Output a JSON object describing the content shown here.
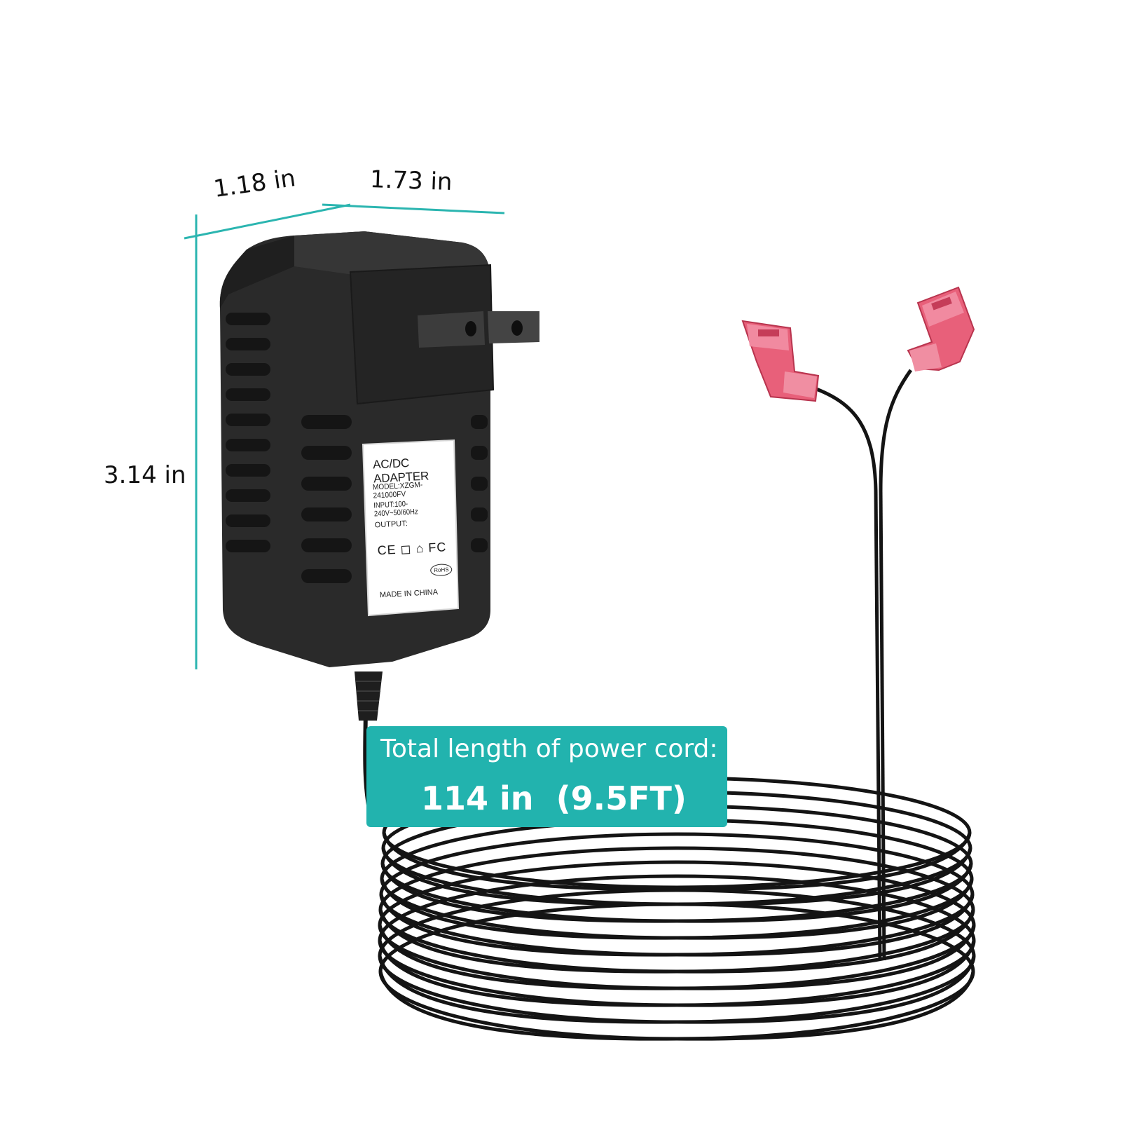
{
  "dimensions": {
    "width": "1.18 in",
    "depth": "1.73 in",
    "height": "3.14 in"
  },
  "adapter_label": {
    "title": "AC/DC ADAPTER",
    "model": "MODEL:XZGM-241000FV",
    "input": "INPUT:100-240V~50/60Hz",
    "output": "OUTPUT:",
    "marks": "CE ◻ ⌂ FC",
    "rohs": "RoHS",
    "origin": "MADE IN CHINA"
  },
  "cord_callout": {
    "line1": "Total length of power cord:",
    "line2": "114 in  (9.5FT)"
  },
  "colors": {
    "accent": "#22b3ae",
    "adapter_body": "#2a2a2a",
    "connector": "#e8607a",
    "cable": "#141414"
  }
}
